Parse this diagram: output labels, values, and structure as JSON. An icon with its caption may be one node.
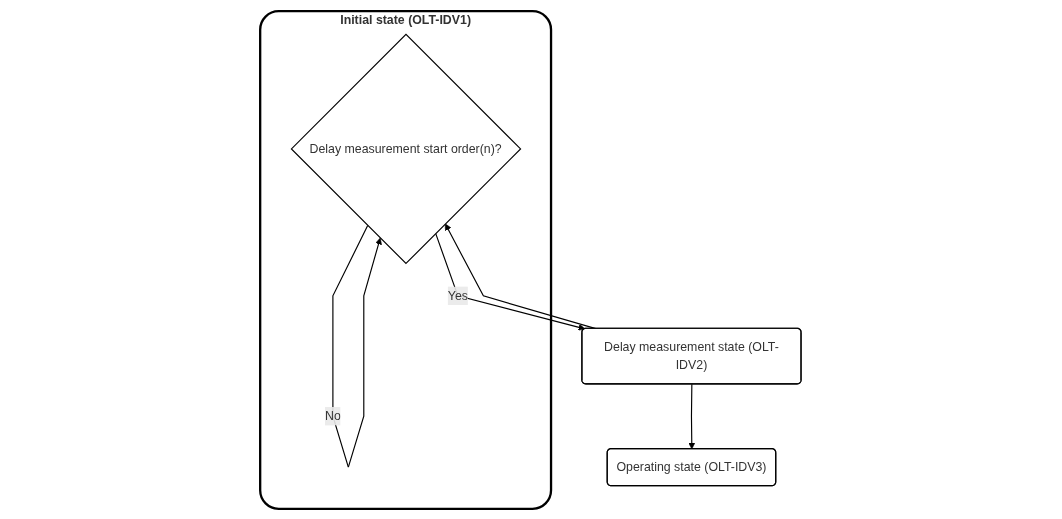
{
  "diagram": {
    "nodes": [
      {
        "text": [
          "Initial state (OLT-IDV1)"
        ]
      },
      {
        "text": [
          "Delay measurement start order(n)?"
        ],
        "in": 0
      },
      {
        "text": [
          "Delay measurement state (OLT-IDV2)"
        ]
      },
      {
        "text": [
          "Operating state (OLT-IDV3)"
        ]
      }
    ],
    "edges": [
      {
        "from": 2,
        "to": 1,
        "arrow": "to"
      },
      {
        "from": 1,
        "to": 1,
        "label": "No",
        "arrow": "to"
      },
      {
        "from": 1,
        "to": 2,
        "label": "Yes",
        "arrow": "to"
      },
      {
        "from": 2,
        "to": 3,
        "arrow": "to"
      }
    ]
  }
}
